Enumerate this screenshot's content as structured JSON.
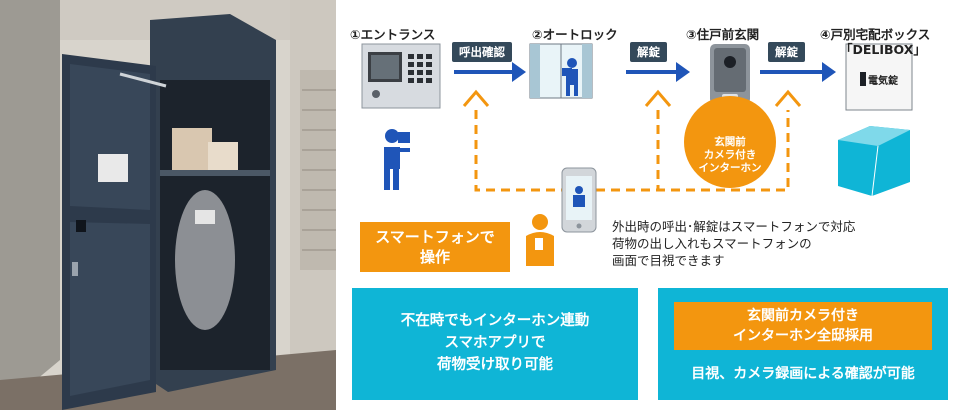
{
  "steps": {
    "entrance": "①エントランス",
    "autolock": "②オートロック",
    "front_door": "③住戸前玄関",
    "delivery_box_1": "④戸別宅配ボックス",
    "delivery_box_2": "「DELIBOX」"
  },
  "arrows": {
    "call_confirm": "呼出確認",
    "unlock_1": "解錠",
    "unlock_2": "解錠"
  },
  "camera_intercom": [
    "玄関前",
    "カメラ付き",
    "インターホン"
  ],
  "box_lock_label": "電気錠",
  "smartphone_operation": [
    "スマートフォンで",
    "操作"
  ],
  "note": [
    "外出時の呼出･解錠はスマートフォンで対応",
    "荷物の出し入れもスマートフォンの",
    "画面で目視できます"
  ],
  "feature_left": [
    "不在時でもインターホン連動",
    "スマホアプリで",
    "荷物受け取り可能"
  ],
  "feature_right_title": [
    "玄関前カメラ付き",
    "インターホン全邸採用"
  ],
  "feature_right_caption": "目視、カメラ録画による確認が可能",
  "colors": {
    "orange": "#f3960f",
    "cyan": "#0fb5d6",
    "navy": "#34495a",
    "blue": "#1f55b8"
  }
}
